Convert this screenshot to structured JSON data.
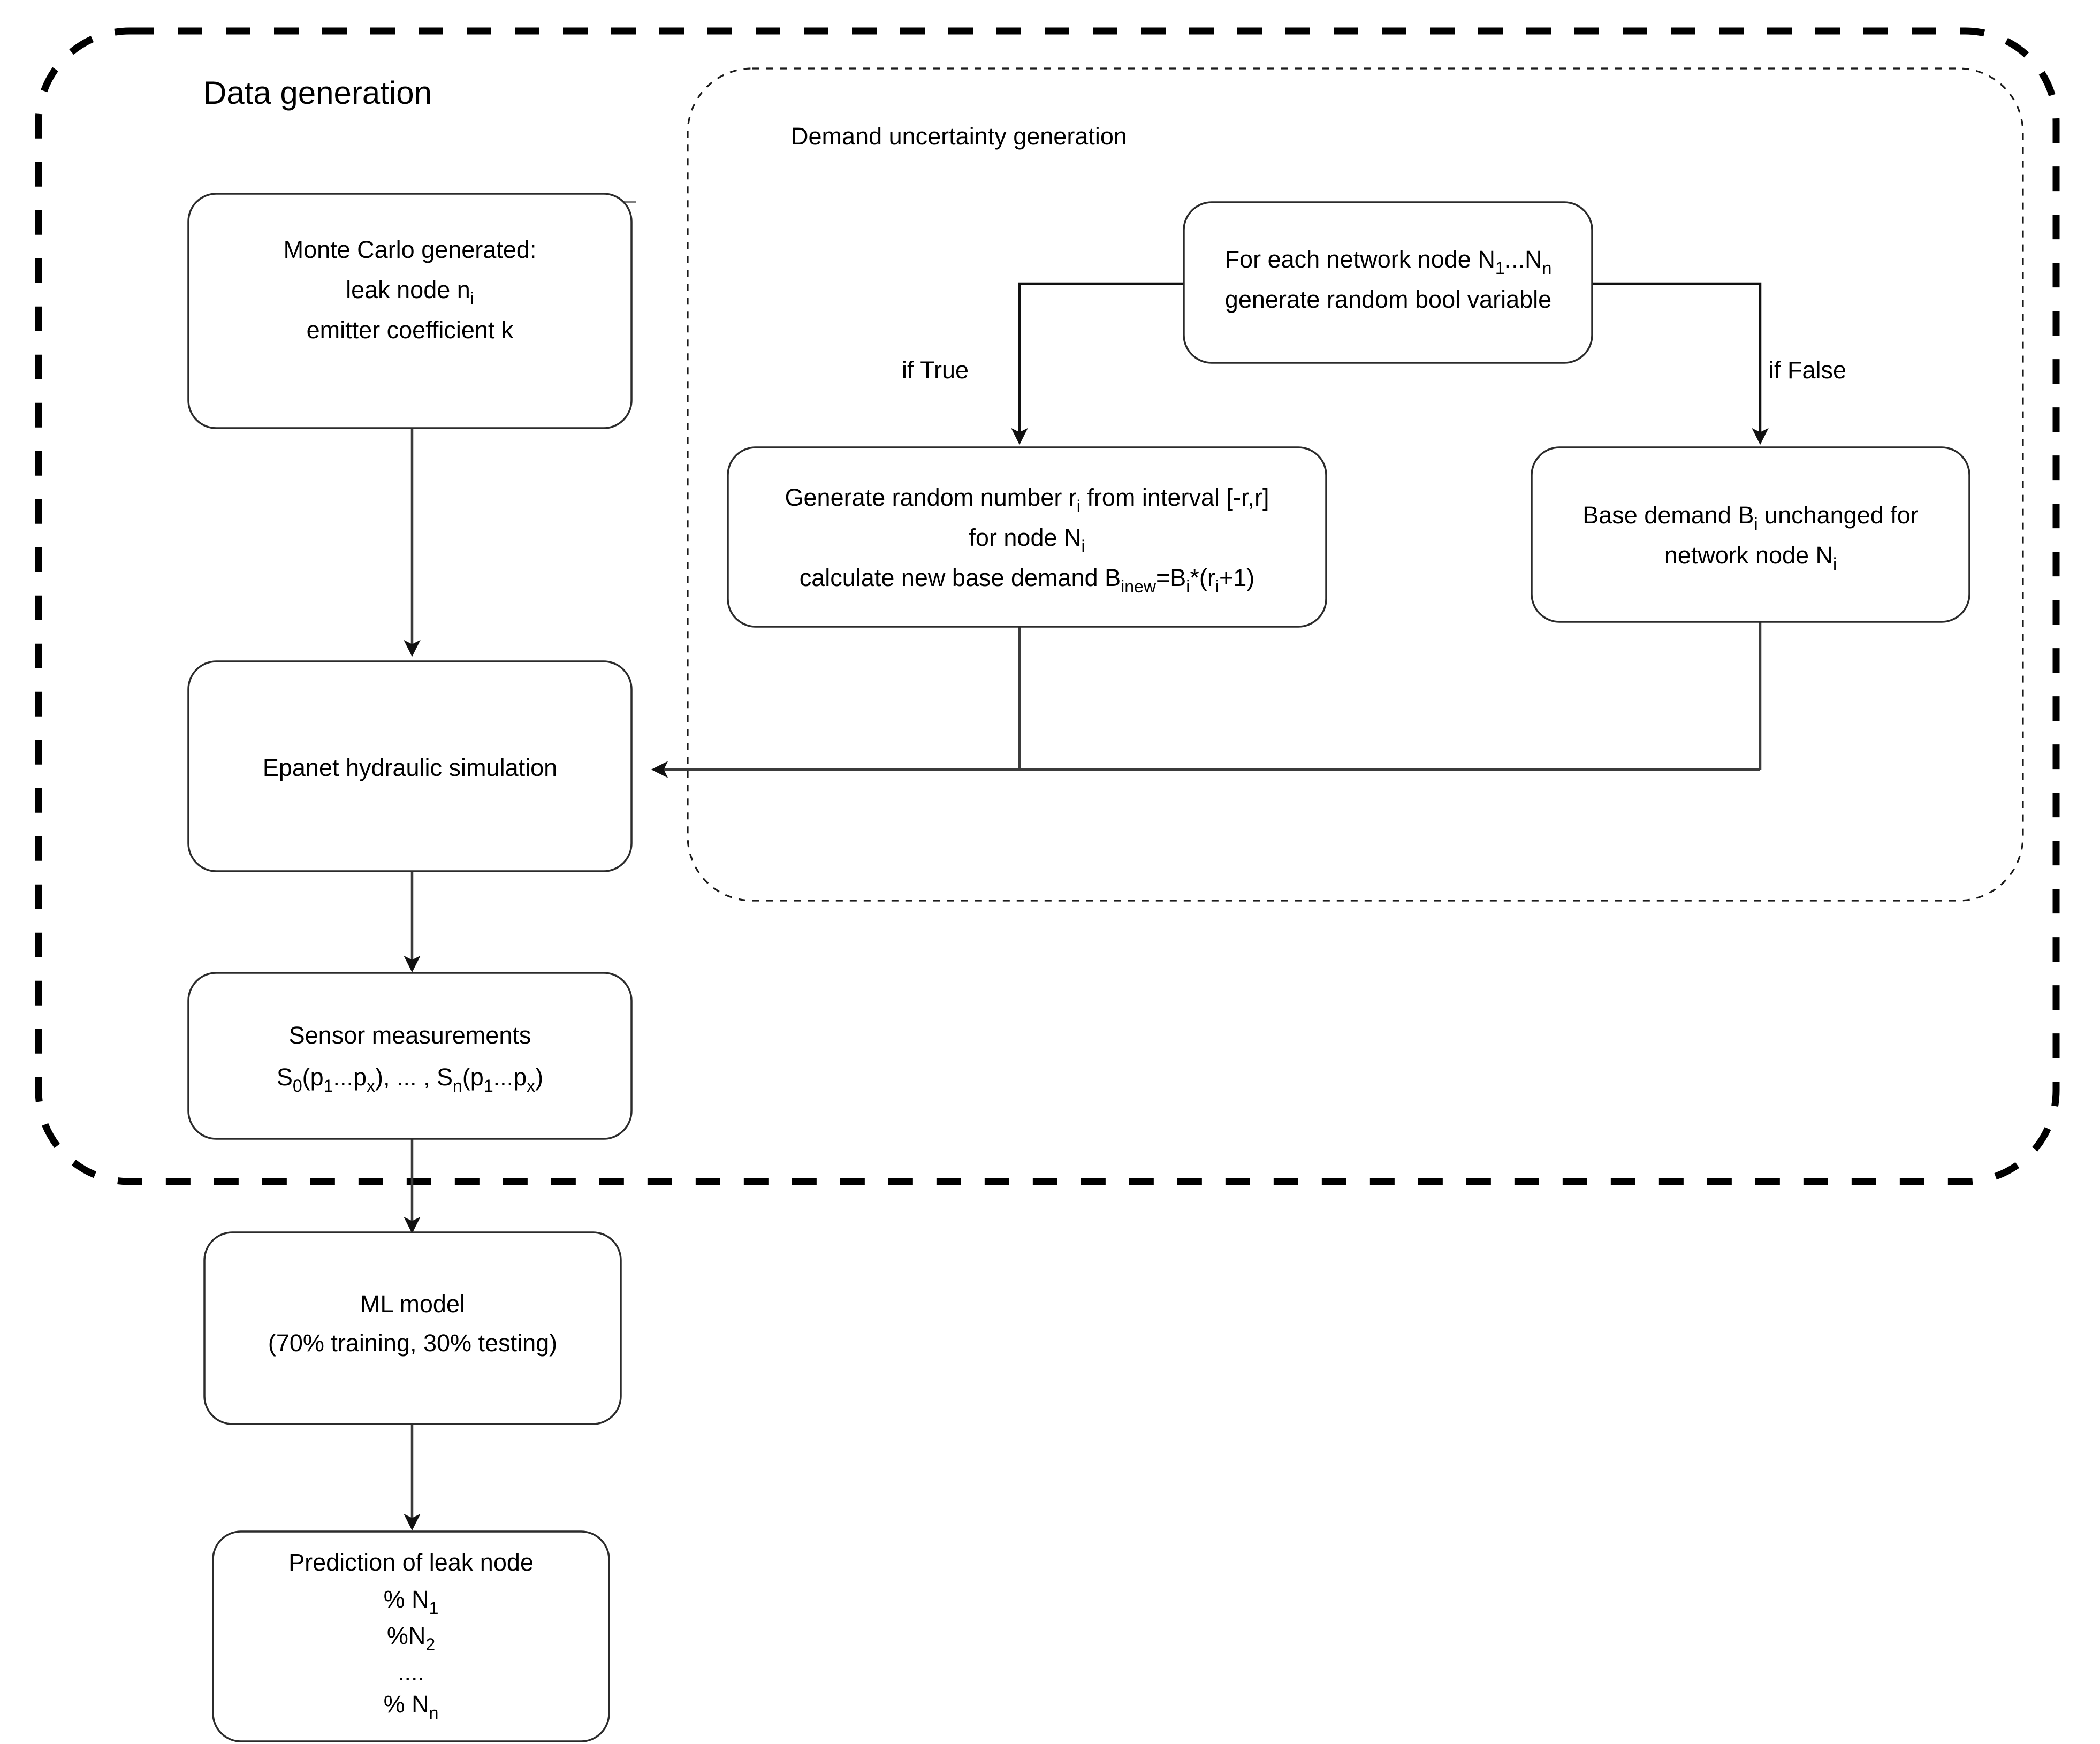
{
  "diagram": {
    "type": "flowchart",
    "title": "Data generation",
    "groups": [
      {
        "id": "data-generation",
        "label": "Data generation",
        "border_style": "dashed",
        "color": "#000000"
      },
      {
        "id": "demand-uncertainty",
        "label": "Demand uncertainty generation",
        "border_style": "dotted",
        "color": "#1a1a1a"
      }
    ],
    "nodes": {
      "monte_carlo": {
        "id": "monte-carlo",
        "lines": [
          {
            "parts": [
              {
                "t": "Monte Carlo generated:"
              }
            ]
          },
          {
            "parts": [
              {
                "t": "leak node n"
              },
              {
                "t": "i",
                "sub": true
              }
            ]
          },
          {
            "parts": [
              {
                "t": "emitter coefficient k"
              }
            ]
          }
        ],
        "plain": "Monte Carlo generated: leak node ni emitter coefficient k"
      },
      "for_each_node": {
        "id": "for-each-network-node",
        "lines": [
          {
            "parts": [
              {
                "t": "For each network node N"
              },
              {
                "t": "1",
                "sub": true
              },
              {
                "t": "...N"
              },
              {
                "t": "n",
                "sub": true
              }
            ]
          },
          {
            "parts": [
              {
                "t": "generate random bool variable"
              }
            ]
          }
        ],
        "plain": "For each network node N1...Nn generate random bool variable"
      },
      "generate_random": {
        "id": "generate-random-number",
        "lines": [
          {
            "parts": [
              {
                "t": "Generate random number r"
              },
              {
                "t": "i",
                "sub": true
              },
              {
                "t": " from interval [-r,r]"
              }
            ]
          },
          {
            "parts": [
              {
                "t": "for node N"
              },
              {
                "t": "i",
                "sub": true
              }
            ]
          },
          {
            "parts": [
              {
                "t": "calculate new base demand B"
              },
              {
                "t": "inew",
                "sub": true
              },
              {
                "t": "=B"
              },
              {
                "t": "i",
                "sub": true
              },
              {
                "t": "*(r"
              },
              {
                "t": "i",
                "sub": true
              },
              {
                "t": "+1)"
              }
            ]
          }
        ],
        "plain": "Generate random number ri from interval [-r,r] for node Ni calculate new base demand Binew=Bi*(ri+1)"
      },
      "base_demand_unchanged": {
        "id": "base-demand-unchanged",
        "lines": [
          {
            "parts": [
              {
                "t": "Base demand B"
              },
              {
                "t": "i",
                "sub": true
              },
              {
                "t": " unchanged for"
              }
            ]
          },
          {
            "parts": [
              {
                "t": "network node N"
              },
              {
                "t": "i",
                "sub": true
              }
            ]
          }
        ],
        "plain": "Base demand Bi unchanged for network node Ni"
      },
      "epanet": {
        "id": "epanet-hydraulic-simulation",
        "lines": [
          {
            "parts": [
              {
                "t": "Epanet hydraulic simulation"
              }
            ]
          }
        ],
        "plain": "Epanet hydraulic simulation"
      },
      "sensor_measurements": {
        "id": "sensor-measurements",
        "lines": [
          {
            "parts": [
              {
                "t": "Sensor measurements"
              }
            ]
          },
          {
            "parts": [
              {
                "t": "S"
              },
              {
                "t": "0",
                "sub": true
              },
              {
                "t": "(p"
              },
              {
                "t": "1",
                "sub": true
              },
              {
                "t": "...p"
              },
              {
                "t": "x",
                "sub": true
              },
              {
                "t": "), ... , S"
              },
              {
                "t": "n",
                "sub": true
              },
              {
                "t": "(p"
              },
              {
                "t": "1",
                "sub": true
              },
              {
                "t": "...p"
              },
              {
                "t": "x",
                "sub": true
              },
              {
                "t": ")"
              }
            ]
          }
        ],
        "plain": "Sensor measurements S0(p1...px), ... , Sn(p1...px)"
      },
      "ml_model": {
        "id": "ml-model",
        "lines": [
          {
            "parts": [
              {
                "t": "ML model"
              }
            ]
          },
          {
            "parts": [
              {
                "t": "(70% training, 30% testing)"
              }
            ]
          }
        ],
        "plain": "ML model (70% training, 30% testing)"
      },
      "prediction": {
        "id": "prediction-of-leak-node",
        "lines": [
          {
            "parts": [
              {
                "t": "Prediction of leak node"
              }
            ]
          },
          {
            "parts": [
              {
                "t": "% N"
              },
              {
                "t": "1",
                "sub": true
              }
            ]
          },
          {
            "parts": [
              {
                "t": "%N"
              },
              {
                "t": "2",
                "sub": true
              }
            ]
          },
          {
            "parts": [
              {
                "t": "...."
              }
            ]
          },
          {
            "parts": [
              {
                "t": "% N"
              },
              {
                "t": "n",
                "sub": true
              }
            ]
          }
        ],
        "plain": "Prediction of leak node % N1 %N2 .... % Nn"
      }
    },
    "edge_labels": {
      "if_true": "if True",
      "if_false": "if False"
    },
    "edges": [
      {
        "from": "monte_carlo",
        "to": "epanet",
        "label": ""
      },
      {
        "from": "for_each_node",
        "to": "generate_random",
        "label": "if True"
      },
      {
        "from": "for_each_node",
        "to": "base_demand_unchanged",
        "label": "if False"
      },
      {
        "from": "generate_random",
        "to": "epanet",
        "label": ""
      },
      {
        "from": "base_demand_unchanged",
        "to": "epanet",
        "label": ""
      },
      {
        "from": "epanet",
        "to": "sensor_measurements",
        "label": ""
      },
      {
        "from": "sensor_measurements",
        "to": "ml_model",
        "label": ""
      },
      {
        "from": "ml_model",
        "to": "prediction",
        "label": ""
      }
    ]
  }
}
